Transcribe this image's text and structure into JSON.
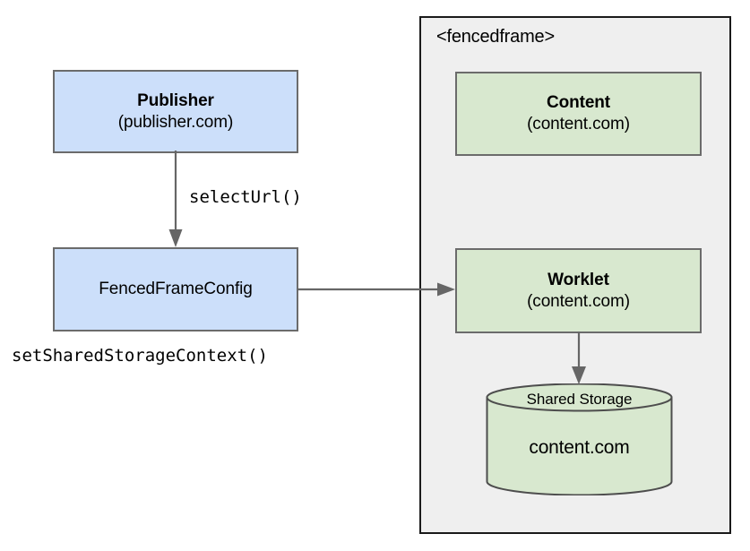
{
  "diagram": {
    "type": "flowchart",
    "background": "#ffffff",
    "colors": {
      "blue_fill": "#ccdffa",
      "green_fill": "#d8e8cf",
      "panel_fill": "#efefef",
      "node_border": "#6b6b6b",
      "panel_border": "#1a1a1a",
      "edge": "#666666"
    }
  },
  "nodes": {
    "publisher": {
      "title": "Publisher",
      "subtitle": "(publisher.com)"
    },
    "fenced_frame_config": {
      "title": "FencedFrameConfig",
      "subtitle": ""
    },
    "content": {
      "title": "Content",
      "subtitle": "(content.com)"
    },
    "worklet": {
      "title": "Worklet",
      "subtitle": "(content.com)"
    },
    "shared_storage": {
      "top_label": "Shared Storage",
      "body_label": "content.com"
    }
  },
  "panel": {
    "label": "<fencedframe>"
  },
  "edge_labels": {
    "select_url": "selectUrl()",
    "set_shared_storage_context": "setSharedStorageContext()"
  }
}
